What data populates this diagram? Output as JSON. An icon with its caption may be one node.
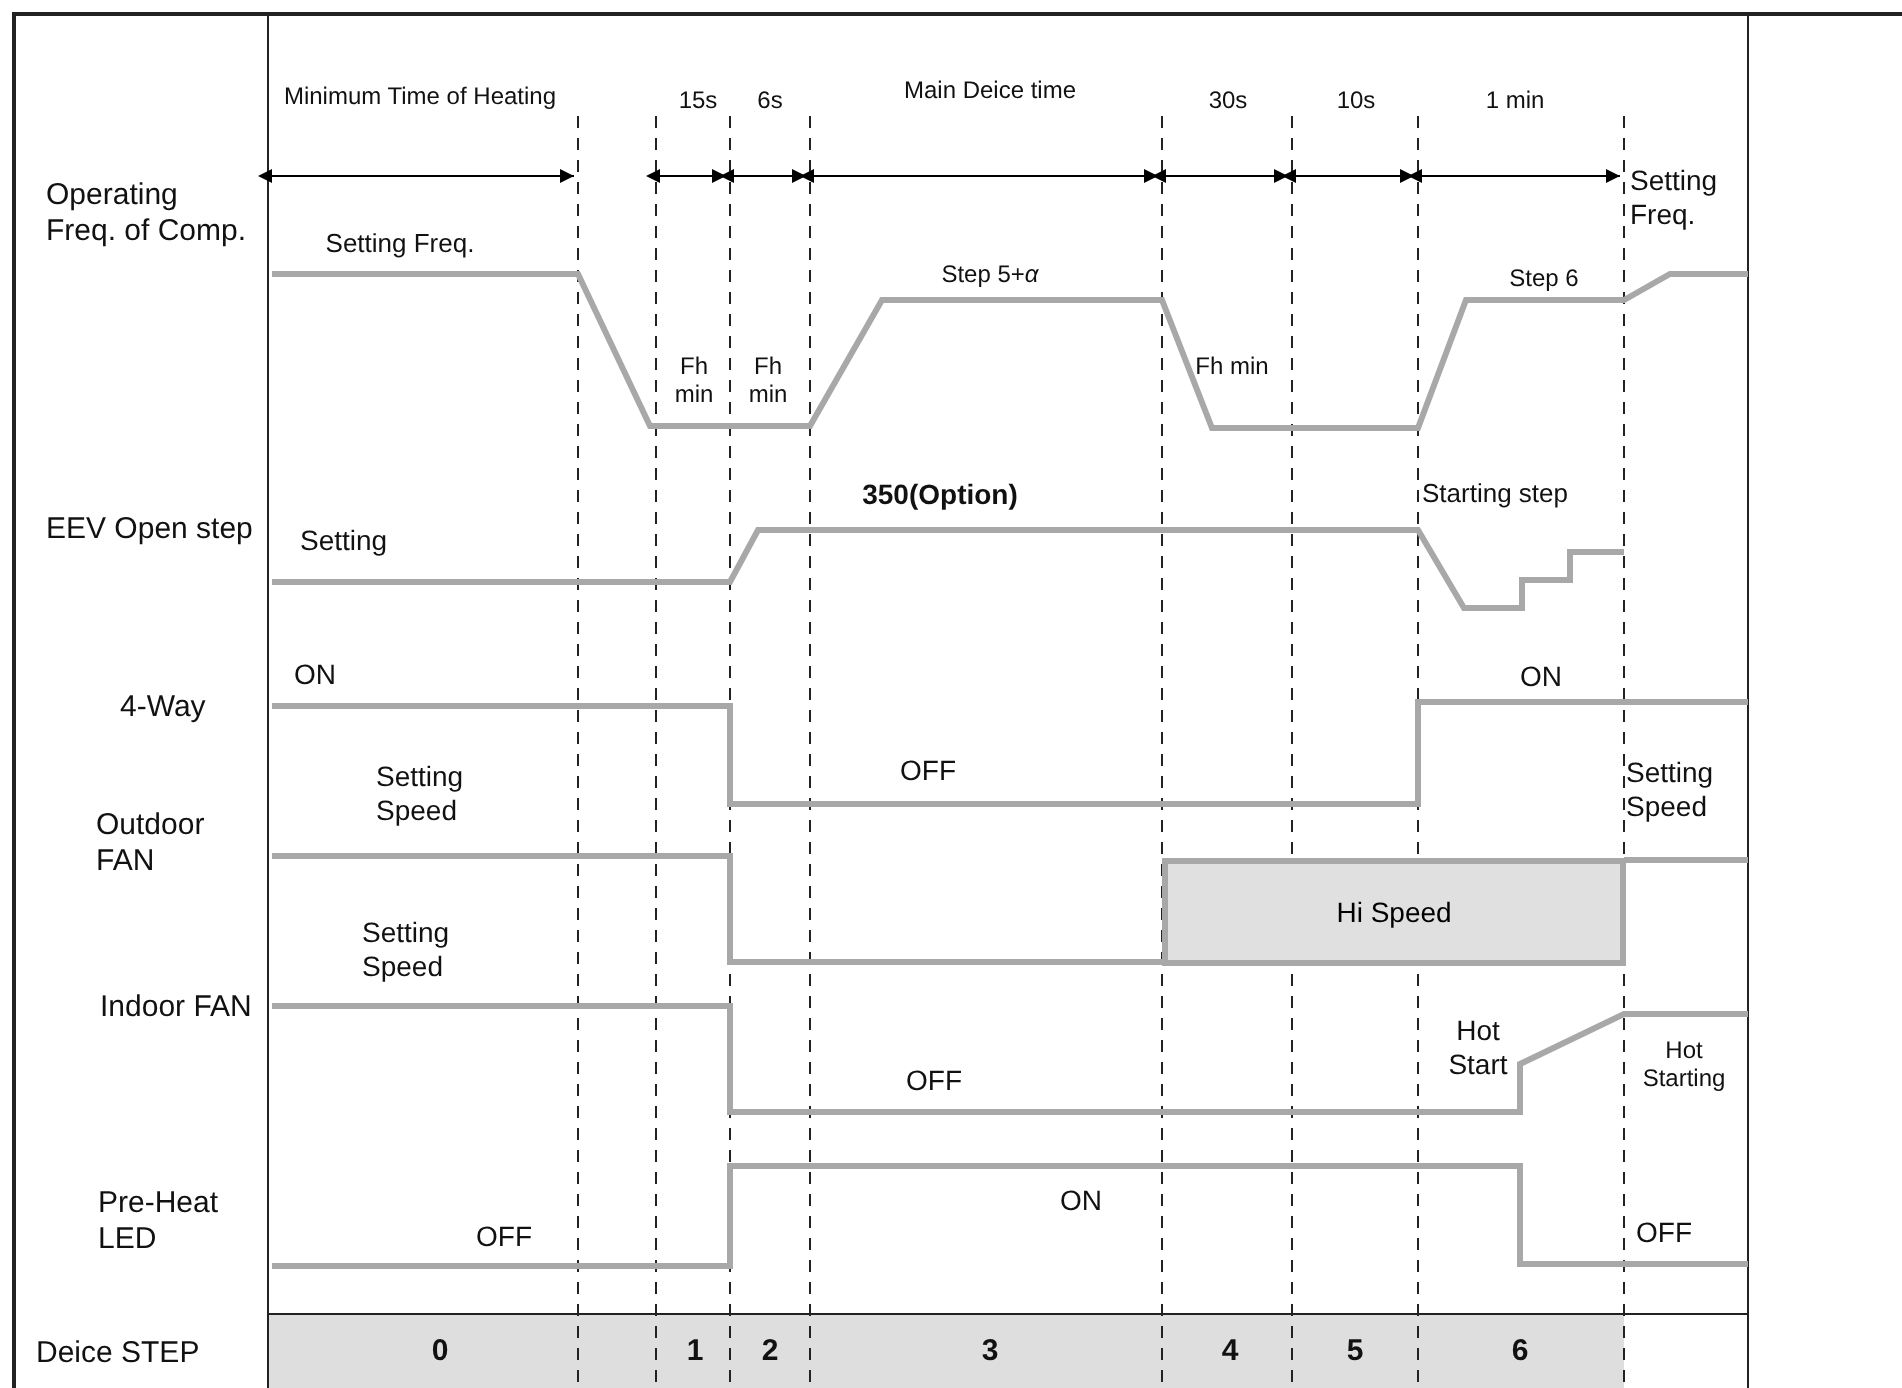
{
  "diagram": {
    "nodes": [
      {
        "text": [
          "Hi Speed"
        ]
      }
    ],
    "edges": [],
    "labels": [
      "Minimum Time of Heating",
      "15s",
      "6s",
      "Main Deice time",
      "30s",
      "10s",
      "1 min",
      "Operating Freq. of Comp.",
      "Setting Freq.",
      "Setting Freq.",
      "Step 5+*α*",
      "Step 6",
      "Fh min",
      "Fh min",
      "Fh min",
      "350(Option)",
      "Starting step",
      "EEV Open step",
      "Setting",
      "ON",
      "ON",
      "4-Way",
      "OFF",
      "Setting Speed",
      "Setting Speed",
      "Outdoor FAN",
      "Setting Speed",
      "Indoor FAN",
      "Hot Start",
      "OFF",
      "Hot Starting",
      "ON",
      "Pre-Heat LED",
      "OFF",
      "OFF",
      "Deice STEP",
      "0",
      "1",
      "2",
      "3",
      "4",
      "5",
      "6"
    ]
  }
}
